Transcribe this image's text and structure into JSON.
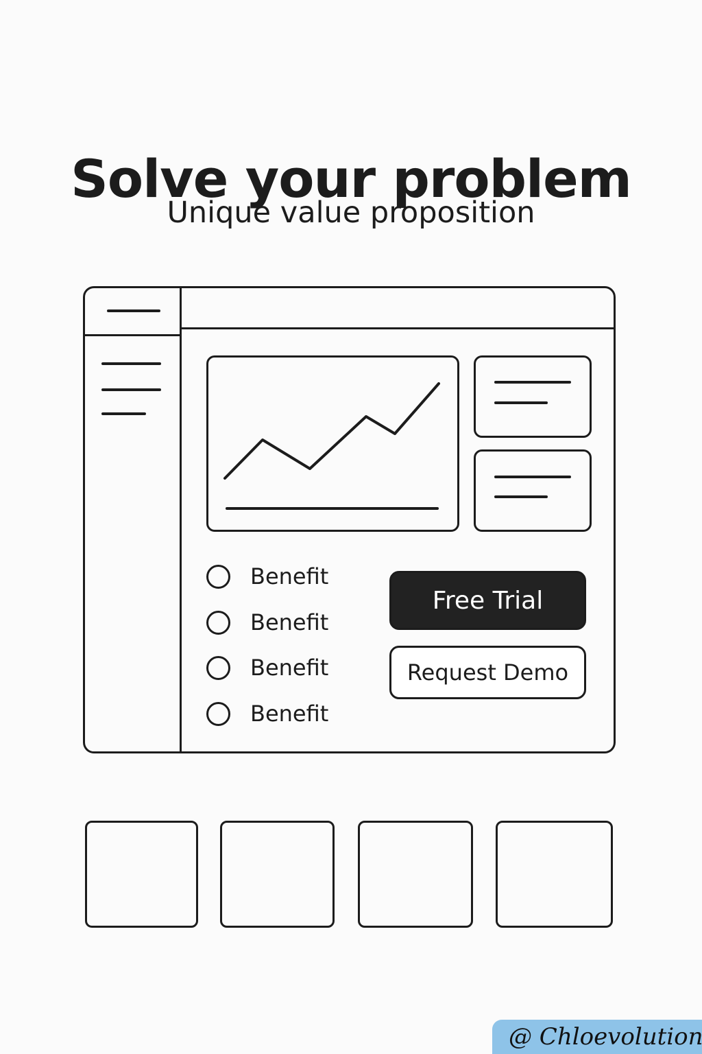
{
  "hero": {
    "title": "Solve your problem",
    "subtitle": "Unique value proposition"
  },
  "mockup": {
    "chart_card": {
      "icon": "line-chart-icon"
    },
    "side_cards": [
      {
        "icon": "text-lines-icon"
      },
      {
        "icon": "text-lines-icon"
      }
    ],
    "menu_icon": "menu-lines-icon"
  },
  "benefits": [
    {
      "label": "Benefit",
      "checked": false
    },
    {
      "label": "Benefit",
      "checked": false
    },
    {
      "label": "Benefit",
      "checked": false
    },
    {
      "label": "Benefit",
      "checked": false
    }
  ],
  "cta": {
    "primary_label": "Free Trial",
    "secondary_label": "Request Demo"
  },
  "feature_tiles": [
    {
      "content": ""
    },
    {
      "content": ""
    },
    {
      "content": ""
    },
    {
      "content": ""
    }
  ],
  "signature": {
    "text": "@ Chloevolution"
  },
  "colors": {
    "background": "#fbfbfb",
    "stroke": "#1c1c1c",
    "primary_button": "#222222",
    "signature_badge": "#8ec3e8"
  }
}
